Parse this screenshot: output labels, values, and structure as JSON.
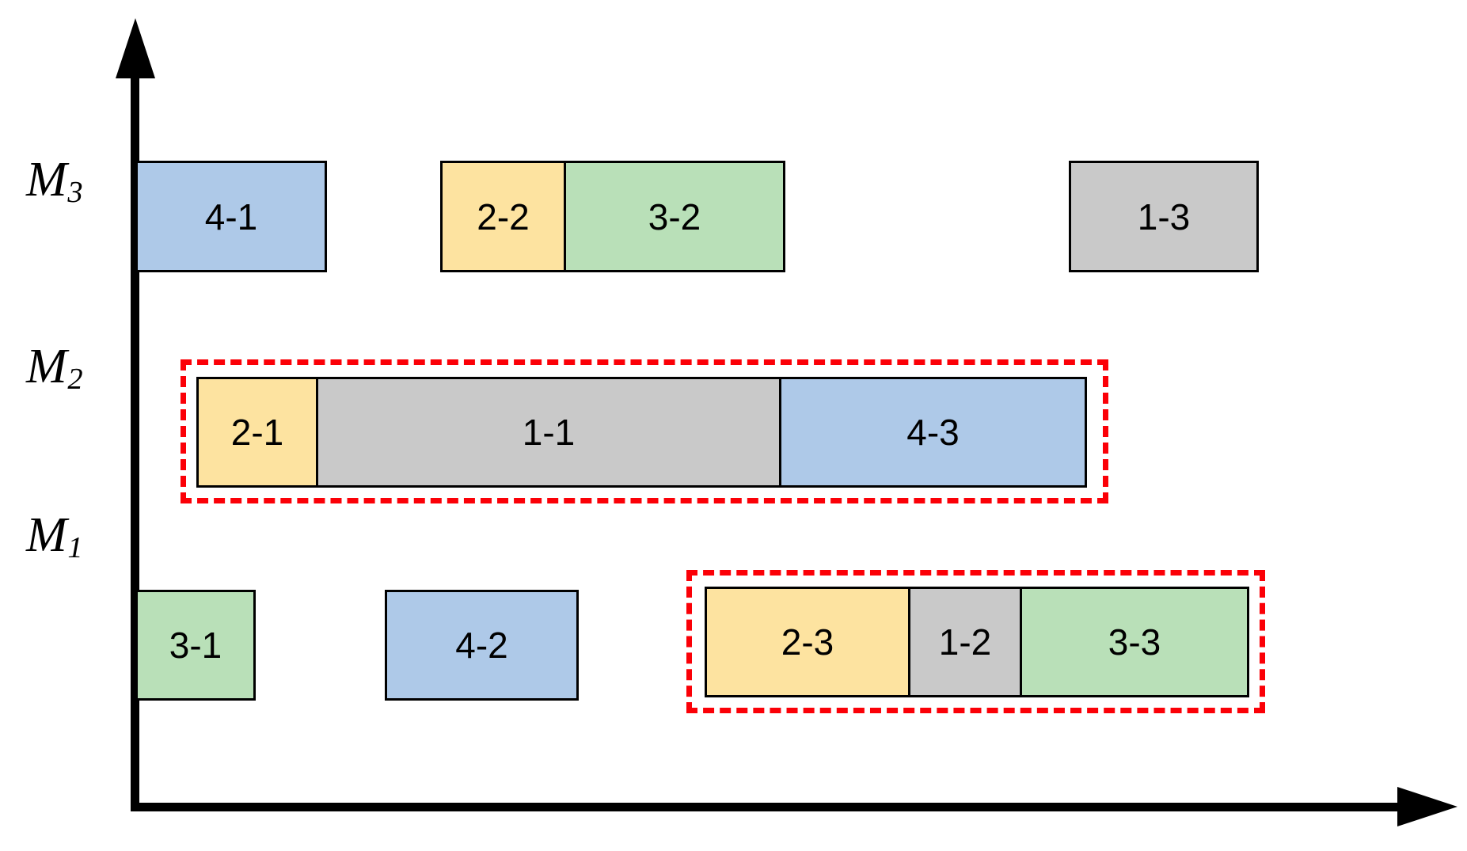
{
  "chart_data": {
    "type": "bar",
    "title": "",
    "subtitle": "",
    "xlabel": "",
    "ylabel": "",
    "orientation": "horizontal",
    "chart_kind": "gantt-schedule",
    "grid": false,
    "legend": "none",
    "categories": [
      "M1",
      "M2",
      "M3"
    ],
    "axis": {
      "y_tick_labels": [
        "M1",
        "M2",
        "M3"
      ],
      "x_tick_labels": [],
      "x_axis_arrow": true,
      "y_axis_arrow": true
    },
    "color_legend": {
      "job1": "#c9c9c9",
      "job2": "#fde3a0",
      "job3": "#b9e0b8",
      "job4": "#aec9e8"
    },
    "series": [
      {
        "name": "M3",
        "machine": "M3",
        "values": [
          {
            "label": "4-1",
            "job": 4,
            "operation": 1,
            "start": 0,
            "end": 240,
            "color": "#aec9e8"
          },
          {
            "label": "2-2",
            "job": 2,
            "operation": 2,
            "start": 384,
            "end": 541,
            "color": "#fde3a0"
          },
          {
            "label": "3-2",
            "job": 3,
            "operation": 2,
            "start": 541,
            "end": 818,
            "color": "#b9e0b8"
          },
          {
            "label": "1-3",
            "job": 1,
            "operation": 3,
            "start": 1178,
            "end": 1416,
            "color": "#c9c9c9"
          }
        ]
      },
      {
        "name": "M2",
        "machine": "M2",
        "values": [
          {
            "label": "2-1",
            "job": 2,
            "operation": 1,
            "start": 76,
            "end": 227,
            "color": "#fde3a0"
          },
          {
            "label": "1-1",
            "job": 1,
            "operation": 1,
            "start": 227,
            "end": 812,
            "color": "#c9c9c9"
          },
          {
            "label": "4-3",
            "job": 4,
            "operation": 3,
            "start": 812,
            "end": 1198,
            "color": "#aec9e8"
          }
        ]
      },
      {
        "name": "M1",
        "machine": "M1",
        "values": [
          {
            "label": "3-1",
            "job": 3,
            "operation": 1,
            "start": 0,
            "end": 150,
            "color": "#b9e0b8"
          },
          {
            "label": "4-2",
            "job": 4,
            "operation": 2,
            "start": 314,
            "end": 557,
            "color": "#aec9e8"
          },
          {
            "label": "2-3",
            "job": 2,
            "operation": 3,
            "start": 718,
            "end": 975,
            "color": "#fde3a0"
          },
          {
            "label": "1-2",
            "job": 1,
            "operation": 2,
            "start": 975,
            "end": 1116,
            "color": "#c9c9c9"
          },
          {
            "label": "3-3",
            "job": 3,
            "operation": 3,
            "start": 1116,
            "end": 1404,
            "color": "#b9e0b8"
          }
        ]
      }
    ],
    "annotations": [
      {
        "name": "highlight-m2",
        "type": "dashed-rectangle",
        "color": "#fb0007",
        "machine": "M2",
        "covers": [
          "2-1",
          "1-1",
          "4-3"
        ]
      },
      {
        "name": "highlight-m1",
        "type": "dashed-rectangle",
        "color": "#fb0007",
        "machine": "M1",
        "covers": [
          "2-3",
          "1-2",
          "3-3"
        ]
      }
    ]
  },
  "labels": {
    "m1": "M",
    "m1_sub": "1",
    "m2": "M",
    "m2_sub": "2",
    "m3": "M",
    "m3_sub": "3"
  },
  "bars": {
    "m3": {
      "b0": "4-1",
      "b1": "2-2",
      "b2": "3-2",
      "b3": "1-3"
    },
    "m2": {
      "b0": "2-1",
      "b1": "1-1",
      "b2": "4-3"
    },
    "m1": {
      "b0": "3-1",
      "b1": "4-2",
      "b2": "2-3",
      "b3": "1-2",
      "b4": "3-3"
    }
  },
  "colors": {
    "accent_highlight": "#fb0007",
    "bar_blue": "#aec9e8",
    "bar_yellow": "#fde3a0",
    "bar_green": "#b9e0b8",
    "bar_gray": "#c9c9c9",
    "axis": "#000000",
    "background": "#ffffff"
  }
}
